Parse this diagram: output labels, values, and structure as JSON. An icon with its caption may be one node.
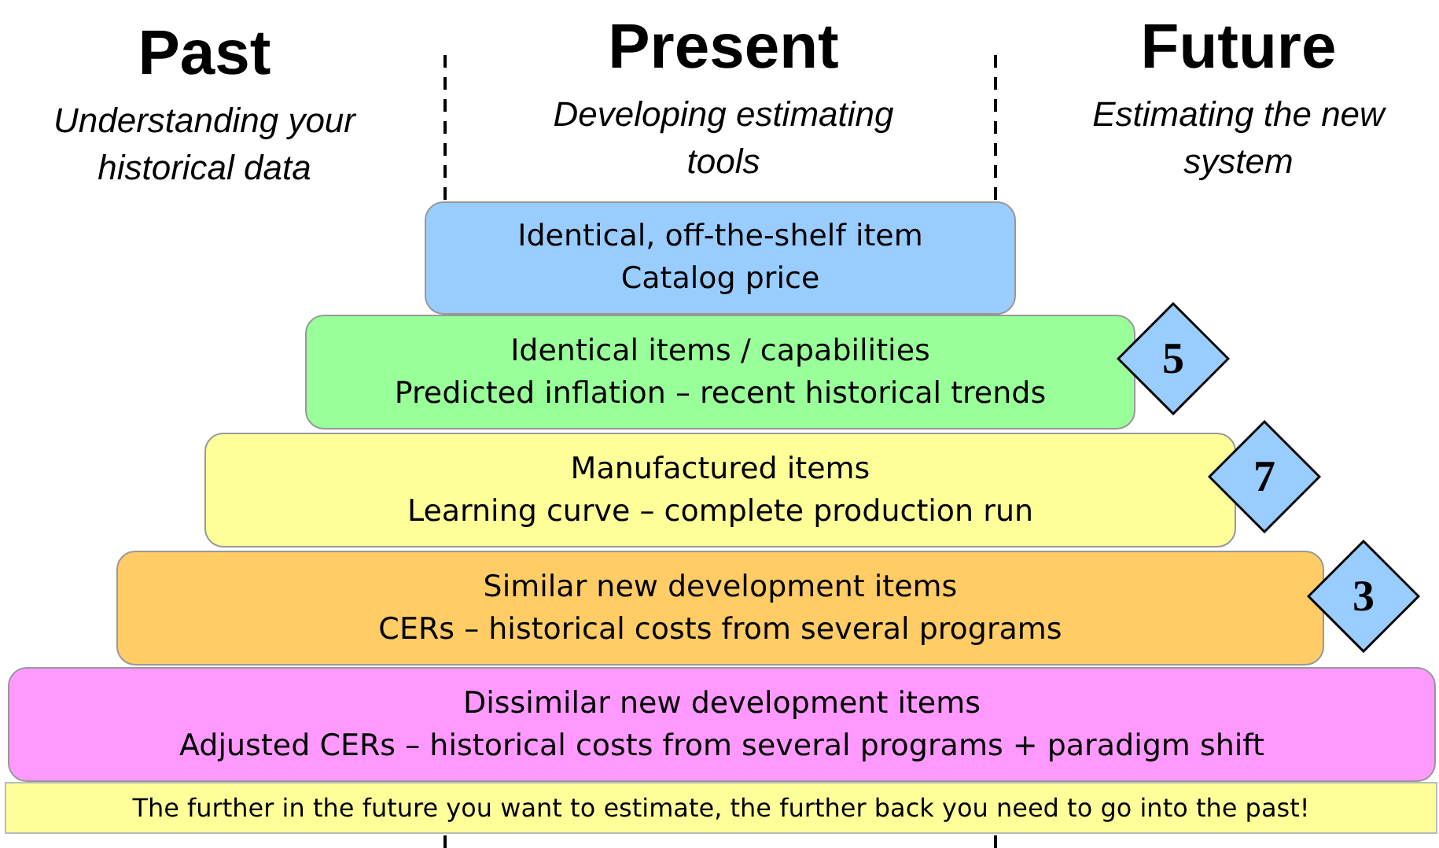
{
  "diagram": {
    "nodes": [
      {
        "text": [
          "Identical, off-the-shelf item",
          "Catalog price"
        ]
      },
      {
        "text": [
          "Identical items / capabilities",
          "Predicted inflation – recent historical trends"
        ]
      },
      {
        "text": [
          "Manufactured items",
          "Learning curve – complete production run"
        ]
      },
      {
        "text": [
          "Similar new development items",
          "CERs – historical costs from several programs"
        ]
      },
      {
        "text": [
          "Dissimilar new development items",
          "Adjusted CERs – historical costs from several programs + paradigm shift"
        ]
      },
      {
        "text": [
          "The further in the future you want to estimate, the further back you need to go into the past!"
        ]
      },
      {
        "text": [
          "5"
        ]
      },
      {
        "text": [
          "7"
        ]
      },
      {
        "text": [
          "3"
        ]
      }
    ],
    "edges": [],
    "labels": [
      "Past",
      "Understanding your historical data",
      "Present",
      "Developing estimating tools",
      "Future",
      "Estimating the new system"
    ]
  }
}
